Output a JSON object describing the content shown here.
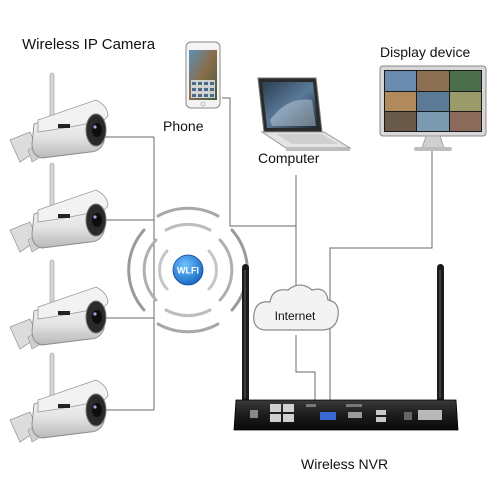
{
  "labels": {
    "camera": "Wireless IP Camera",
    "phone": "Phone",
    "computer": "Computer",
    "display": "Display device",
    "internet": "Internet",
    "wifi": "WLFI",
    "nvr": "Wireless NVR"
  },
  "cameras": [
    1,
    2,
    3,
    4
  ]
}
